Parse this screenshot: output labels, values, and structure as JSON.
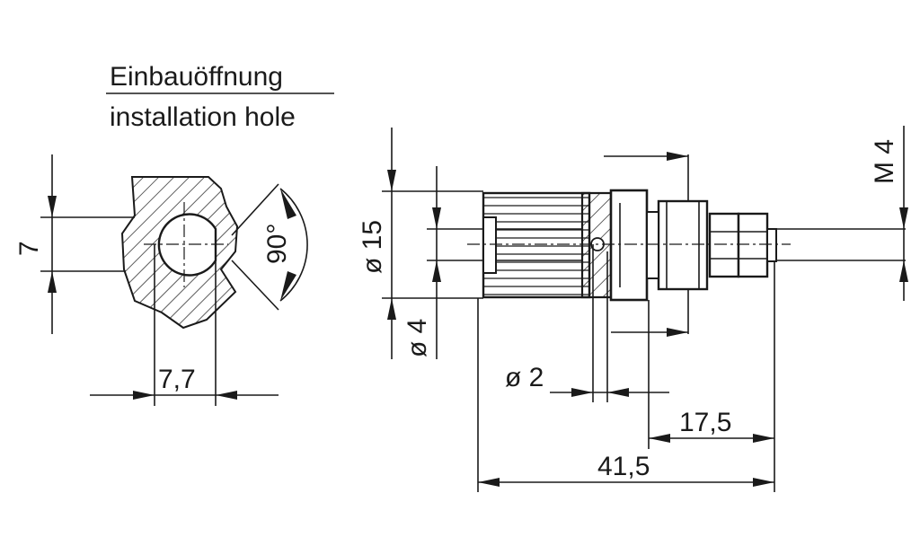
{
  "title": {
    "german": "Einbauöffnung",
    "english": "installation hole"
  },
  "dimensions": {
    "hole_height": "7",
    "hole_width": "7,7",
    "angle": "90°",
    "outer_diameter": "ø 15",
    "inner_diameter": "ø 4",
    "pin_diameter": "ø 2",
    "thread": "M 4",
    "thread_length": "17,5",
    "total_length": "41,5"
  }
}
